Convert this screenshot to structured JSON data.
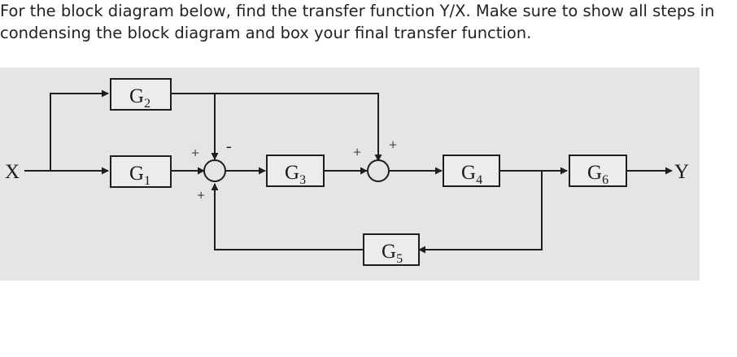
{
  "question": {
    "line1": "For the block diagram below, find the transfer function Y/X. Make sure to show all steps in",
    "line2": "condensing the block diagram and box your final transfer function."
  },
  "diagram": {
    "input": "X",
    "output": "Y",
    "blocks": {
      "g1": {
        "base": "G",
        "sub": "1"
      },
      "g2": {
        "base": "G",
        "sub": "2"
      },
      "g3": {
        "base": "G",
        "sub": "3"
      },
      "g4": {
        "base": "G",
        "sub": "4"
      },
      "g5": {
        "base": "G",
        "sub": "5"
      },
      "g6": {
        "base": "G",
        "sub": "6"
      }
    },
    "signs": {
      "sj1_left": "+",
      "sj1_top": "-",
      "sj1_bottom": "+",
      "sj2_left": "+",
      "sj2_top": "+"
    },
    "colors": {
      "background": "#e4e5e7",
      "line": "#1e1e1e",
      "block_fill": "#ebecee"
    }
  }
}
